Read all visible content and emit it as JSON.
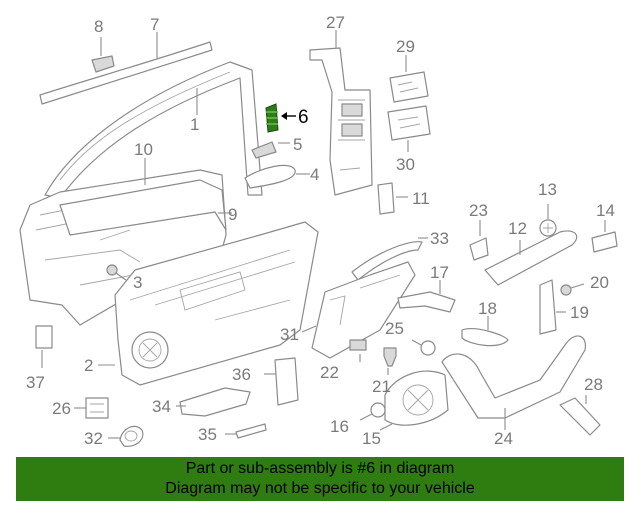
{
  "diagram": {
    "highlighted_part": "6",
    "callouts": [
      "1",
      "2",
      "3",
      "4",
      "5",
      "6",
      "7",
      "8",
      "9",
      "10",
      "11",
      "12",
      "13",
      "14",
      "15",
      "16",
      "17",
      "18",
      "19",
      "20",
      "21",
      "22",
      "23",
      "24",
      "25",
      "26",
      "27",
      "28",
      "29",
      "30",
      "31",
      "32",
      "33",
      "34",
      "35",
      "36",
      "37"
    ]
  },
  "banner": {
    "line1": "Part or sub-assembly is #6 in diagram",
    "line2": "Diagram may not be specific to your vehicle"
  },
  "colors": {
    "banner_background": "#2f7d10",
    "highlight_part": "#2e7d1a",
    "part_outline": "#8a8a8a"
  }
}
